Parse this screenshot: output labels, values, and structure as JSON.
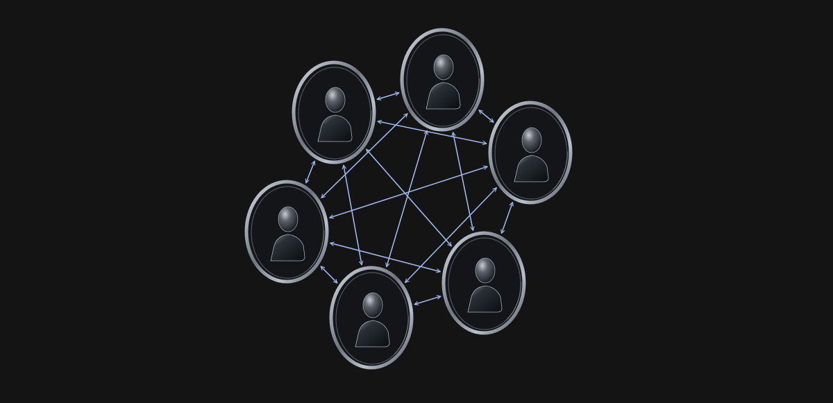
{
  "diagram": {
    "type": "mesh-network",
    "colors": {
      "background": "#141414",
      "connector": "#9fb4ea",
      "ring": "#aeb6c4",
      "person_fill_light": "#5a6068",
      "person_fill_dark": "#101418"
    },
    "node_icon": "user-icon",
    "nodes": [
      {
        "id": "top"
      },
      {
        "id": "upper-left"
      },
      {
        "id": "right"
      },
      {
        "id": "left"
      },
      {
        "id": "lower-right"
      },
      {
        "id": "bottom"
      }
    ],
    "edges": [
      [
        "upper-left",
        "top"
      ],
      [
        "top",
        "right"
      ],
      [
        "upper-left",
        "left"
      ],
      [
        "right",
        "lower-right"
      ],
      [
        "left",
        "bottom"
      ],
      [
        "bottom",
        "lower-right"
      ],
      [
        "upper-left",
        "right"
      ],
      [
        "upper-left",
        "lower-right"
      ],
      [
        "upper-left",
        "bottom"
      ],
      [
        "top",
        "left"
      ],
      [
        "top",
        "lower-right"
      ],
      [
        "top",
        "bottom"
      ],
      [
        "right",
        "left"
      ],
      [
        "right",
        "bottom"
      ],
      [
        "left",
        "lower-right"
      ]
    ]
  }
}
